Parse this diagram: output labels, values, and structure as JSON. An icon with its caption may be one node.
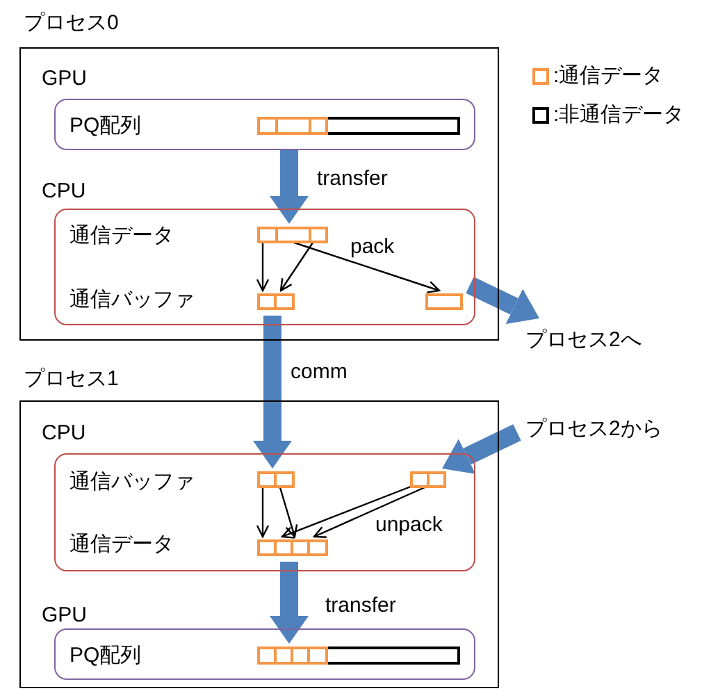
{
  "diagram": {
    "nodes": [
      {
        "text": [
          "プロセス0"
        ]
      },
      {
        "text": [
          "GPU",
          "PQ配列"
        ],
        "in": 0
      },
      {
        "text": [],
        "shape": "bar",
        "in": 1
      },
      {
        "text": [
          "CPU",
          "通信データ",
          "通信バッファ"
        ],
        "in": 0
      },
      {
        "text": [],
        "shape": "bar",
        "in": 3
      },
      {
        "text": [],
        "shape": "bar",
        "in": 3
      },
      {
        "text": [],
        "shape": "bar",
        "in": 3
      },
      {
        "text": [
          "プロセス2へ"
        ]
      },
      {
        "text": [
          "プロセス1"
        ]
      },
      {
        "text": [
          "CPU",
          "通信バッファ",
          "通信データ"
        ],
        "in": 8
      },
      {
        "text": [],
        "shape": "bar",
        "in": 9
      },
      {
        "text": [],
        "shape": "bar",
        "in": 9
      },
      {
        "text": [],
        "shape": "bar",
        "in": 9
      },
      {
        "text": [
          "GPU",
          "PQ配列"
        ],
        "in": 8
      },
      {
        "text": [],
        "shape": "bar",
        "in": 13
      },
      {
        "text": [
          "プロセス2から"
        ]
      }
    ],
    "edges": [
      {
        "from": 2,
        "to": 4,
        "arrow": "to",
        "label": "transfer",
        "style": "thick",
        "color": "#4f81bd"
      },
      {
        "from": 4,
        "to": 5,
        "arrow": "to"
      },
      {
        "from": 4,
        "to": 5,
        "arrow": "to"
      },
      {
        "from": 4,
        "to": 6,
        "arrow": "to",
        "label": "pack"
      },
      {
        "from": 6,
        "to": 7,
        "arrow": "to",
        "style": "thick",
        "color": "#4f81bd"
      },
      {
        "from": 5,
        "to": 10,
        "arrow": "to",
        "label": "comm",
        "style": "thick",
        "color": "#4f81bd"
      },
      {
        "from": 15,
        "to": 11,
        "arrow": "to",
        "style": "thick",
        "color": "#4f81bd"
      },
      {
        "from": 10,
        "to": 12,
        "arrow": "to"
      },
      {
        "from": 10,
        "to": 12,
        "arrow": "to"
      },
      {
        "from": 11,
        "to": 12,
        "arrow": "to"
      },
      {
        "from": 11,
        "to": 12,
        "arrow": "to",
        "label": "unpack"
      },
      {
        "from": 12,
        "to": 14,
        "arrow": "to",
        "label": "transfer",
        "style": "thick",
        "color": "#4f81bd"
      }
    ],
    "legend": [
      {
        "text": ":通信データ",
        "color": "#f79646"
      },
      {
        "text": ":非通信データ",
        "color": "#000000"
      }
    ]
  }
}
